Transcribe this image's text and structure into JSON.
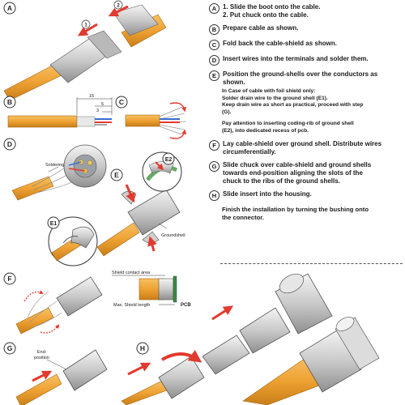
{
  "steps": [
    {
      "letter": "A",
      "lines": [
        "1. Slide the boot onto the cable.",
        "2. Put chuck onto the cable."
      ]
    },
    {
      "letter": "B",
      "lines": [
        "Prepare cable as shown."
      ]
    },
    {
      "letter": "C",
      "lines": [
        "Fold back the cable-shield as shown."
      ]
    },
    {
      "letter": "D",
      "lines": [
        "Insert wires into the terminals and solder them."
      ]
    },
    {
      "letter": "E",
      "lines": [
        "Position the ground-shells over the conductors as",
        "shown."
      ]
    },
    {
      "letter": "F",
      "lines": [
        "Lay cable-shield over ground shell. Distribute wires",
        "circumferentially."
      ]
    },
    {
      "letter": "G",
      "lines": [
        "Slide chuck over cable-shield and ground shells",
        "towards end-position aligning the slots of the",
        "chuck to the ribs of the ground shells."
      ]
    },
    {
      "letter": "H",
      "lines": [
        "Slide insert  into the housing."
      ]
    }
  ],
  "foil_note": {
    "title": "In Case of cable with foil shield only:",
    "lines": [
      "Solder drain wire to the ground shell (E1).",
      "Keep drain wire as short as practical, proceed with step",
      "(G)."
    ]
  },
  "pay_note": [
    "Pay attention to inserting coding-rib of ground shell",
    "(E2), into dedicated recess of pcb."
  ],
  "final_note": [
    "Finish the installation by turning the bushing onto",
    "the connector."
  ],
  "figure": {
    "panel_labels": {
      "A": "A",
      "B": "B",
      "C": "C",
      "D": "D",
      "E": "E",
      "E1": "E1",
      "E2": "E2",
      "F": "F",
      "G": "G",
      "H": "H"
    },
    "arrow_numbers": {
      "one": "1",
      "two": "2"
    },
    "dimensions": {
      "d15": "15",
      "d5": "5",
      "d3": "3"
    },
    "labels": {
      "soldering": "Soldering",
      "groundshell": "Groundshell",
      "shield_contact": "Shield contact area",
      "max_shield": "Max. Shield length",
      "pcb": "PCB",
      "end_position_1": "End-",
      "end_position_2": "position"
    }
  },
  "colors": {
    "cable": "#f0a830",
    "cable_dark": "#c77f14",
    "metal": "#d6d6d6",
    "metal_dark": "#8a8a8a",
    "arrow": "#e23a2e",
    "text": "#1a1a1a"
  }
}
